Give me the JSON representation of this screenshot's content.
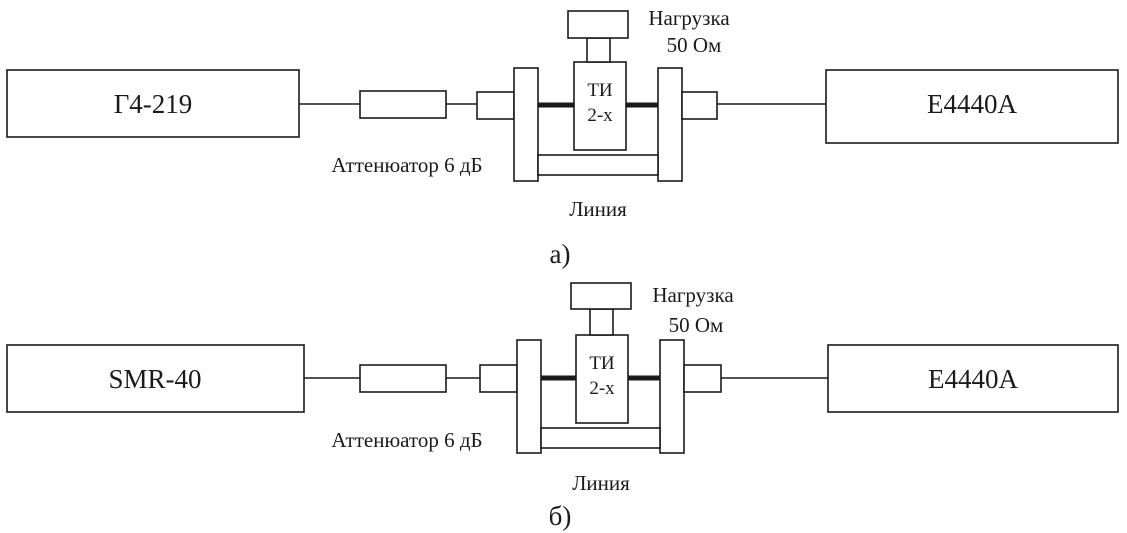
{
  "diagrams": [
    {
      "source_device": "Г4-219",
      "receiver_device": "E4440A",
      "attenuator_label": "Аттенюатор 6 дБ",
      "line_label": "Линия",
      "fixture_label_1": "ТИ",
      "fixture_label_2": "2-х",
      "load_label_1": "Нагрузка",
      "load_label_2": "50 Ом",
      "caption": "а)"
    },
    {
      "source_device": "SMR-40",
      "receiver_device": "E4440A",
      "attenuator_label": "Аттенюатор 6 дБ",
      "line_label": "Линия",
      "fixture_label_1": "ТИ",
      "fixture_label_2": "2-х",
      "load_label_1": "Нагрузка",
      "load_label_2": "50 Ом",
      "caption": "б)"
    }
  ],
  "colors": {
    "line": "#1a1a1a",
    "background": "#ffffff"
  }
}
